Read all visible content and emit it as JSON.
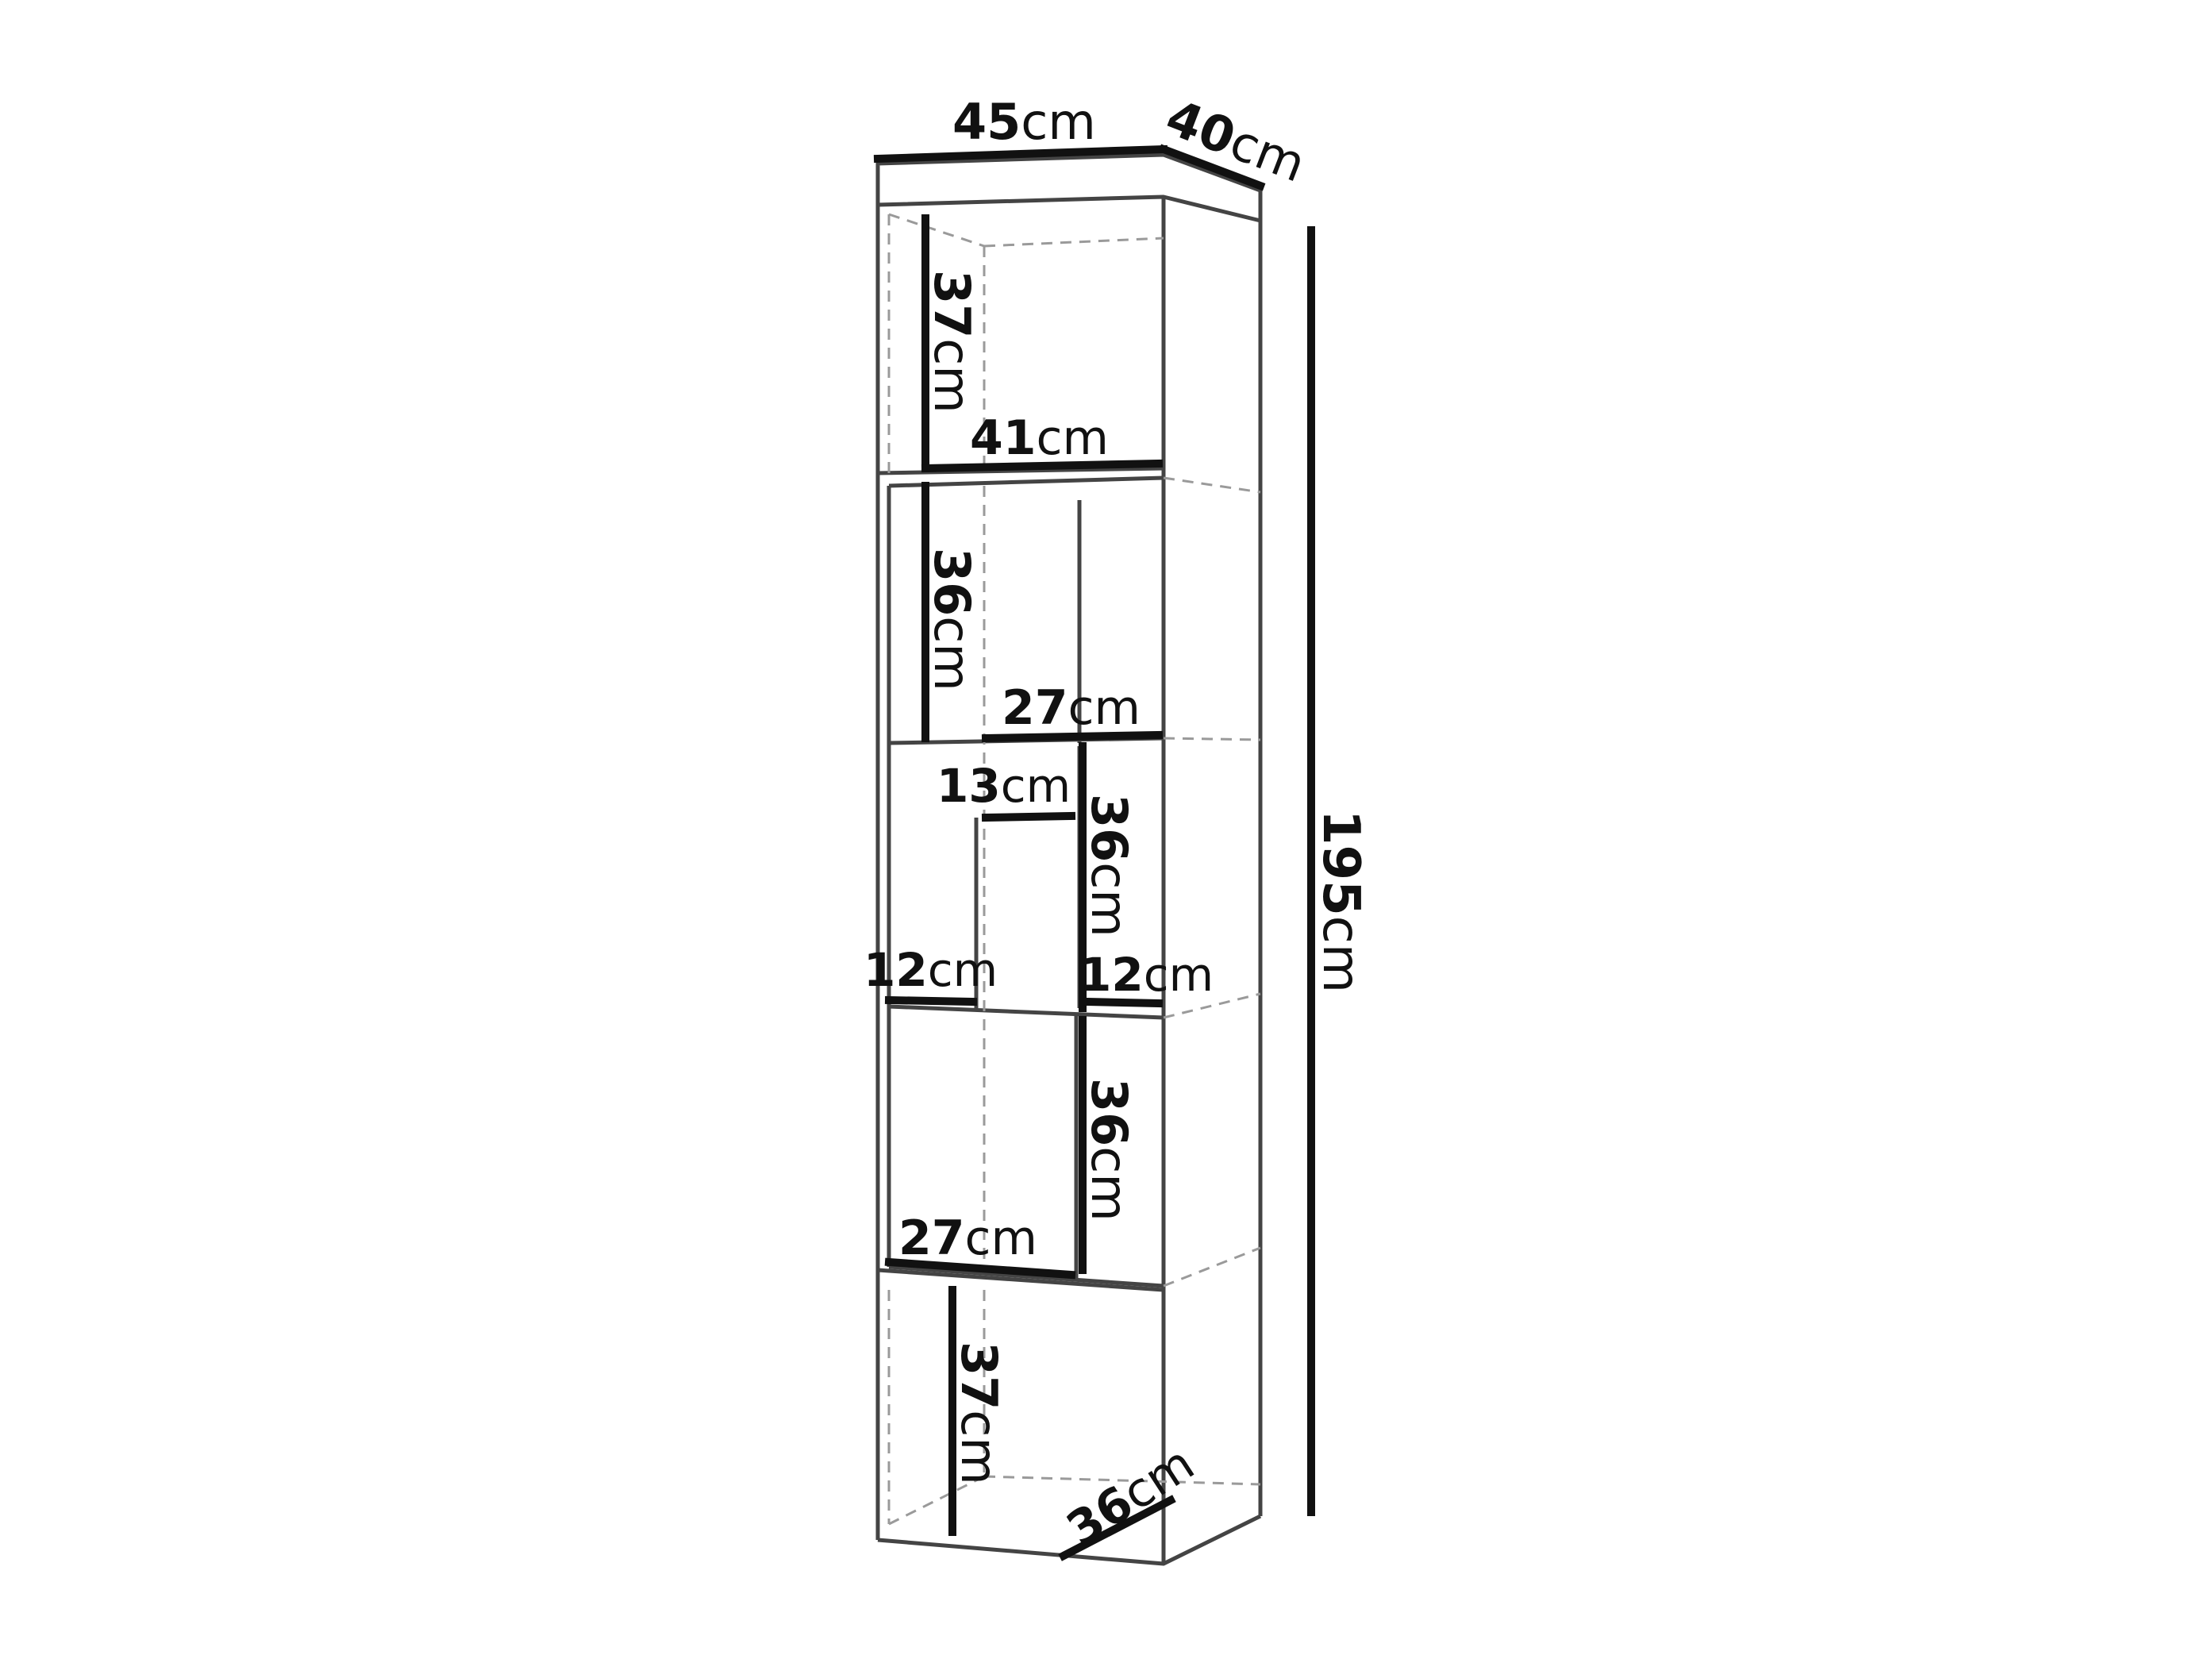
{
  "colors": {
    "outline": "#444444",
    "dimension_line": "#111111",
    "hidden_edge": "#9a9a9a",
    "background": "#ffffff"
  },
  "dimensions": {
    "overall_width": {
      "value": "45",
      "unit": "cm"
    },
    "overall_depth": {
      "value": "40",
      "unit": "cm"
    },
    "overall_height": {
      "value": "195",
      "unit": "cm"
    },
    "top_cell_height": {
      "value": "37",
      "unit": "cm"
    },
    "top_cell_width": {
      "value": "41",
      "unit": "cm"
    },
    "second_cell_height": {
      "value": "36",
      "unit": "cm"
    },
    "second_cell_width": {
      "value": "27",
      "unit": "cm"
    },
    "middle_top_width": {
      "value": "13",
      "unit": "cm"
    },
    "middle_cell_height": {
      "value": "36",
      "unit": "cm"
    },
    "middle_left_width": {
      "value": "12",
      "unit": "cm"
    },
    "middle_right_width": {
      "value": "12",
      "unit": "cm"
    },
    "fourth_cell_height": {
      "value": "36",
      "unit": "cm"
    },
    "fourth_cell_width": {
      "value": "27",
      "unit": "cm"
    },
    "bottom_cell_height": {
      "value": "37",
      "unit": "cm"
    },
    "bottom_cell_depth": {
      "value": "36",
      "unit": "cm"
    }
  }
}
